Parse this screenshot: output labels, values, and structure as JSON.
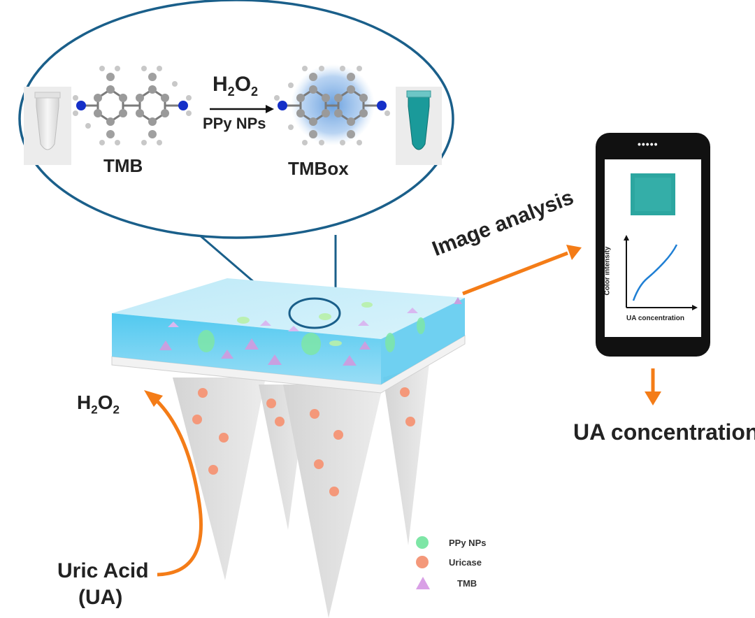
{
  "reaction": {
    "reactant": "TMB",
    "product": "TMBox",
    "reagent_main": "H",
    "reagent_sub1": "2",
    "reagent_o": "O",
    "reagent_sub2": "2",
    "catalyst": "PPy NPs"
  },
  "flow": {
    "image_analysis": "Image analysis",
    "result": "UA concentration",
    "h2o2_main": "H",
    "h2o2_sub1": "2",
    "h2o2_o": "O",
    "h2o2_sub2": "2",
    "input_line1": "Uric Acid",
    "input_line2": "(UA)"
  },
  "phone": {
    "dots": "•••••",
    "y_axis_label": "Color intensity",
    "x_axis_label": "UA concentration"
  },
  "legend": [
    {
      "label": "PPy NPs",
      "color": "#7ee6a6"
    },
    {
      "label": "Uricase",
      "color": "#f4987a"
    },
    {
      "label": "TMB",
      "color": "#d9a0e6"
    }
  ],
  "colors": {
    "arrow": "#f47c17",
    "outline": "#1a5f8a",
    "patch": "#cfeef8",
    "tmbox_solution": "#1a9a9a",
    "nitrogen": "#1530c8",
    "carbon": "#9a9a9a"
  }
}
